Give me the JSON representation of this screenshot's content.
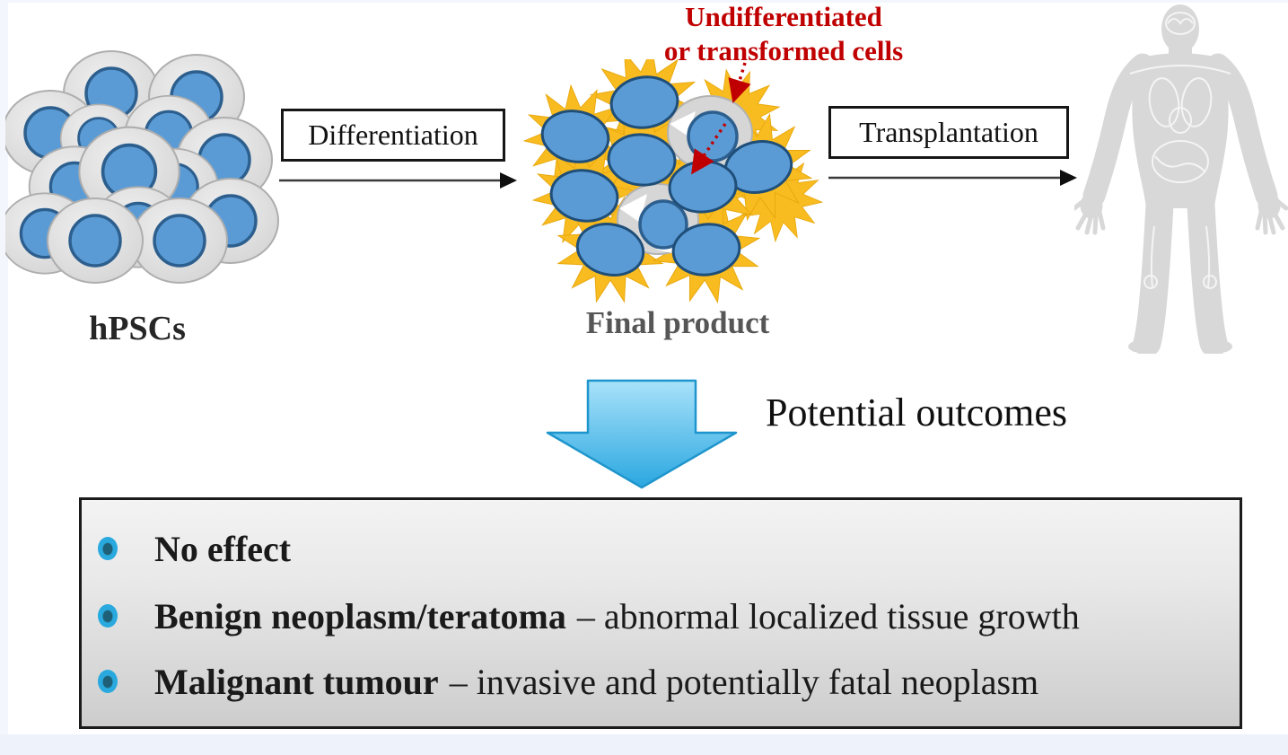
{
  "annotation": {
    "line1": "Undifferentiated",
    "line2": "or transformed cells"
  },
  "stages": {
    "hpscs_label": "hPSCs",
    "final_product_label": "Final product"
  },
  "process": {
    "differentiation_label": "Differentiation",
    "transplantation_label": "Transplantation"
  },
  "outcomes": {
    "arrow_label": "Potential outcomes",
    "items": [
      {
        "term": "No effect",
        "description": ""
      },
      {
        "term": "Benign neoplasm/teratoma",
        "description": "– abnormal localized tissue growth"
      },
      {
        "term": "Malignant tumour",
        "description": "– invasive and potentially fatal neoplasm"
      }
    ]
  },
  "colors": {
    "annotation-red": "#c00000",
    "cell-blue": "#5b9bd5",
    "star-yellow": "#f8bc20",
    "bullet-blue": "#29a9de",
    "label-gray": "#565656",
    "arrow-blue-light": "#a9e2fa",
    "arrow-blue-dark": "#2aa7e0"
  }
}
